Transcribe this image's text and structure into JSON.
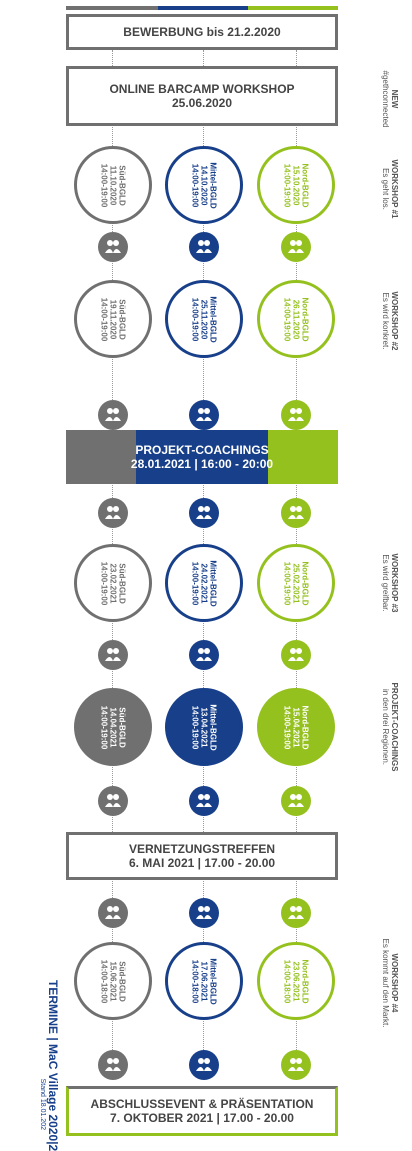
{
  "colors": {
    "gray": "#707070",
    "blue": "#173f8a",
    "green": "#95c11f"
  },
  "boxes": {
    "bewerbung": {
      "line1": "BEWERBUNG bis 21.2.2020"
    },
    "barcamp": {
      "line1": "ONLINE BARCAMP WORKSHOP",
      "line2": "25.06.2020"
    },
    "vernetzung": {
      "line1": "VERNETZUNGSTREFFEN",
      "line2": "6. MAI 2021 | 17.00 - 20.00"
    },
    "abschluss": {
      "line1": "ABSCHLUSSEVENT & PRÄSENTATION",
      "line2": "7. OKTOBER 2021 | 17.00 - 20.00"
    }
  },
  "band": {
    "line1": "PROJEKT-COACHINGS",
    "line2": "28.01.2021 | 16:00 - 20:00"
  },
  "rows": [
    {
      "sud": [
        "Süd-BGLD",
        "11.10.2020",
        "14:00-19:00"
      ],
      "mittel": [
        "Mittel-BGLD",
        "14.10.2020",
        "14:00-19:00"
      ],
      "nord": [
        "Nord-BGLD",
        "15.10.2020",
        "14:00-19:00"
      ]
    },
    {
      "sud": [
        "Süd-BGLD",
        "19.11.2020",
        "14:00-19:00"
      ],
      "mittel": [
        "Mittel-BGLD",
        "25.11.2020",
        "14:00-19:00"
      ],
      "nord": [
        "Nord-BGLD",
        "26.11.2020",
        "14:00-19:00"
      ]
    },
    {
      "sud": [
        "Süd-BGLD",
        "23.02.2021",
        "14:00-19:00"
      ],
      "mittel": [
        "Mittel-BGLD",
        "24.02.2021",
        "14:00-19:00"
      ],
      "nord": [
        "Nord-BGLD",
        "25.02.2021",
        "14:00-19:00"
      ]
    },
    {
      "sud": [
        "Süd-BGLD",
        "14.04.2021",
        "14:00-19:00"
      ],
      "mittel": [
        "Mittel-BGLD",
        "13.04.2021",
        "14:00-19:00"
      ],
      "nord": [
        "Nord-BGLD",
        "15.04.2021",
        "14:00-19:00"
      ]
    },
    {
      "sud": [
        "Süd-BGLD",
        "15.06.2021",
        "14:00-18:00"
      ],
      "mittel": [
        "Mittel-BGLD",
        "17.06.2021",
        "14:00-18:00"
      ],
      "nord": [
        "Nord-BGLD",
        "23.06.2021",
        "14:00-18:00"
      ]
    }
  ],
  "side_labels": {
    "new": {
      "title": "NEW",
      "sub": "#gethconnected"
    },
    "ws1": {
      "title": "WORKSHOP #1",
      "sub": "Es geht los."
    },
    "ws2": {
      "title": "WORKSHOP #2",
      "sub": "Es wird konkret."
    },
    "ws3": {
      "title": "WORKSHOP #3",
      "sub": "Es wird greifbar."
    },
    "pc": {
      "title": "PROJEKT-COACHINGS",
      "sub": "in den drei Regionen."
    },
    "ws4": {
      "title": "WORKSHOP #4",
      "sub": "Es kommt auf den Markt."
    }
  },
  "footer": {
    "title": "TERMINE | MaC Village 2020|2",
    "stand": "Stand 18.01.202"
  }
}
